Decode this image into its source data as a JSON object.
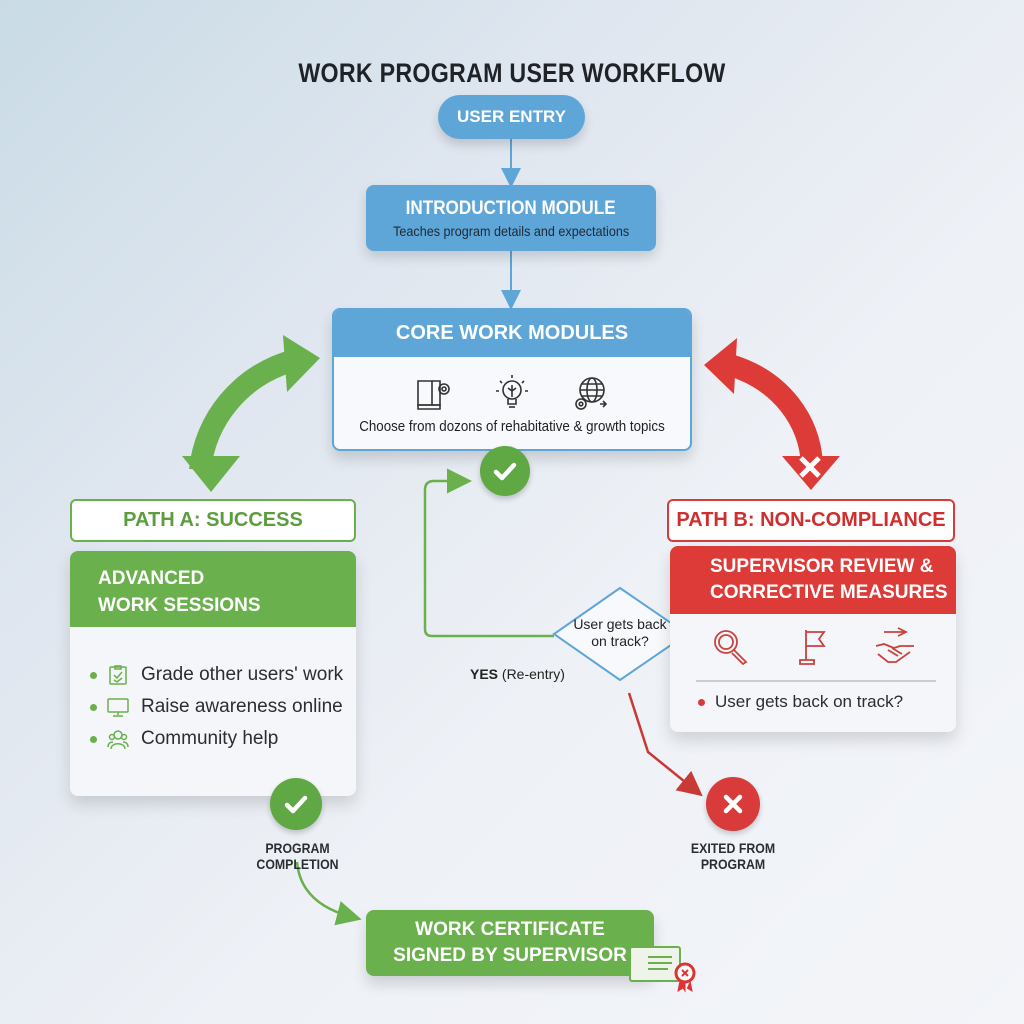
{
  "title": "WORK PROGRAM USER WORKFLOW",
  "colors": {
    "blue": "#5ea5d8",
    "green": "#6ab04c",
    "red": "#dd3b38",
    "dark_text": "#1f2328"
  },
  "nodes": {
    "user_entry": {
      "label": "USER ENTRY"
    },
    "introduction": {
      "title": "INTRODUCTION MODULE",
      "subtitle": "Teaches program details and expectations"
    },
    "core": {
      "title": "CORE WORK MODULES",
      "icons": [
        "book-gear-icon",
        "lightbulb-brain-icon",
        "globe-gear-icon"
      ],
      "subtitle": "Choose from dozons of rehabitative & growth topics"
    },
    "path_a": {
      "label": "PATH A: SUCCESS",
      "card_title_line1": "ADVANCED",
      "card_title_line2": "WORK SESSIONS",
      "items": [
        {
          "icon": "clipboard-check-icon",
          "label": "Grade other users' work"
        },
        {
          "icon": "monitor-icon",
          "label": "Raise awareness online"
        },
        {
          "icon": "people-group-icon",
          "label": "Community help"
        }
      ]
    },
    "path_b": {
      "label": "PATH B: NON-COMPLIANCE",
      "card_title_line1": "SUPERVISOR REVIEW &",
      "card_title_line2": "CORRECTIVE MEASURES",
      "icons": [
        "magnifier-icon",
        "flag-icon",
        "handshake-arrow-icon"
      ],
      "item": "User gets back on track?"
    },
    "decision": {
      "line1": "User gets back",
      "line2": "on track?",
      "yes_label_bold": "YES",
      "yes_label_rest": " (Re-entry)"
    },
    "program_completion": {
      "label": "PROGRAM COMPLETION"
    },
    "exited": {
      "label": "EXITED FROM PROGRAM"
    },
    "certificate": {
      "line1": "WORK CERTIFICATE",
      "line2": "SIGNED BY SUPERVISOR"
    }
  }
}
